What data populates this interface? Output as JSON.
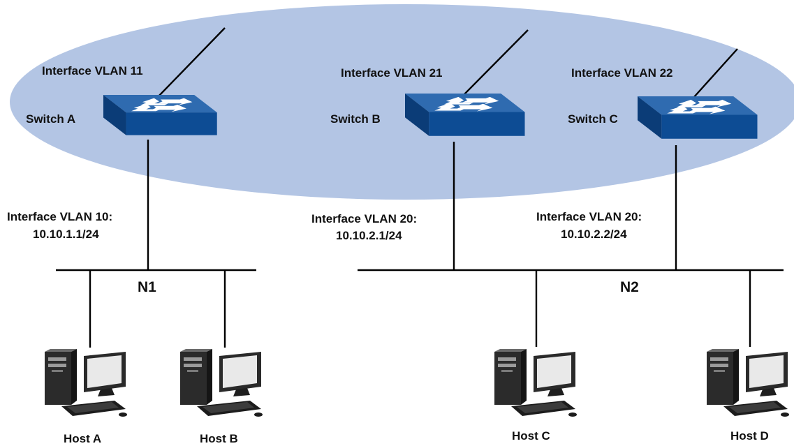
{
  "colors": {
    "cloud": "#b3c5e4",
    "switch_top": "#2f6bb0",
    "switch_front": "#0d4c94",
    "switch_side": "#0b3c77",
    "wire": "#000000",
    "text": "#111111"
  },
  "switches": [
    {
      "id": "switch-a",
      "name": "Switch A",
      "mgmt_interface": "Interface VLAN 11",
      "icon": "network-switch-icon"
    },
    {
      "id": "switch-b",
      "name": "Switch B",
      "mgmt_interface": "Interface VLAN 21",
      "icon": "network-switch-icon"
    },
    {
      "id": "switch-c",
      "name": "Switch C",
      "mgmt_interface": "Interface VLAN 22",
      "icon": "network-switch-icon"
    }
  ],
  "downlinks": [
    {
      "switch": "switch-a",
      "interface": "Interface VLAN 10:",
      "address": "10.10.1.1/24"
    },
    {
      "switch": "switch-b",
      "interface": "Interface VLAN 20:",
      "address": "10.10.2.1/24"
    },
    {
      "switch": "switch-c",
      "interface": "Interface VLAN 20:",
      "address": "10.10.2.2/24"
    }
  ],
  "networks": [
    {
      "name": "N1"
    },
    {
      "name": "N2"
    }
  ],
  "hosts": [
    {
      "name": "Host A",
      "network": "N1",
      "icon": "desktop-computer-icon"
    },
    {
      "name": "Host B",
      "network": "N1",
      "icon": "desktop-computer-icon"
    },
    {
      "name": "Host C",
      "network": "N2",
      "icon": "desktop-computer-icon"
    },
    {
      "name": "Host D",
      "network": "N2",
      "icon": "desktop-computer-icon"
    }
  ]
}
